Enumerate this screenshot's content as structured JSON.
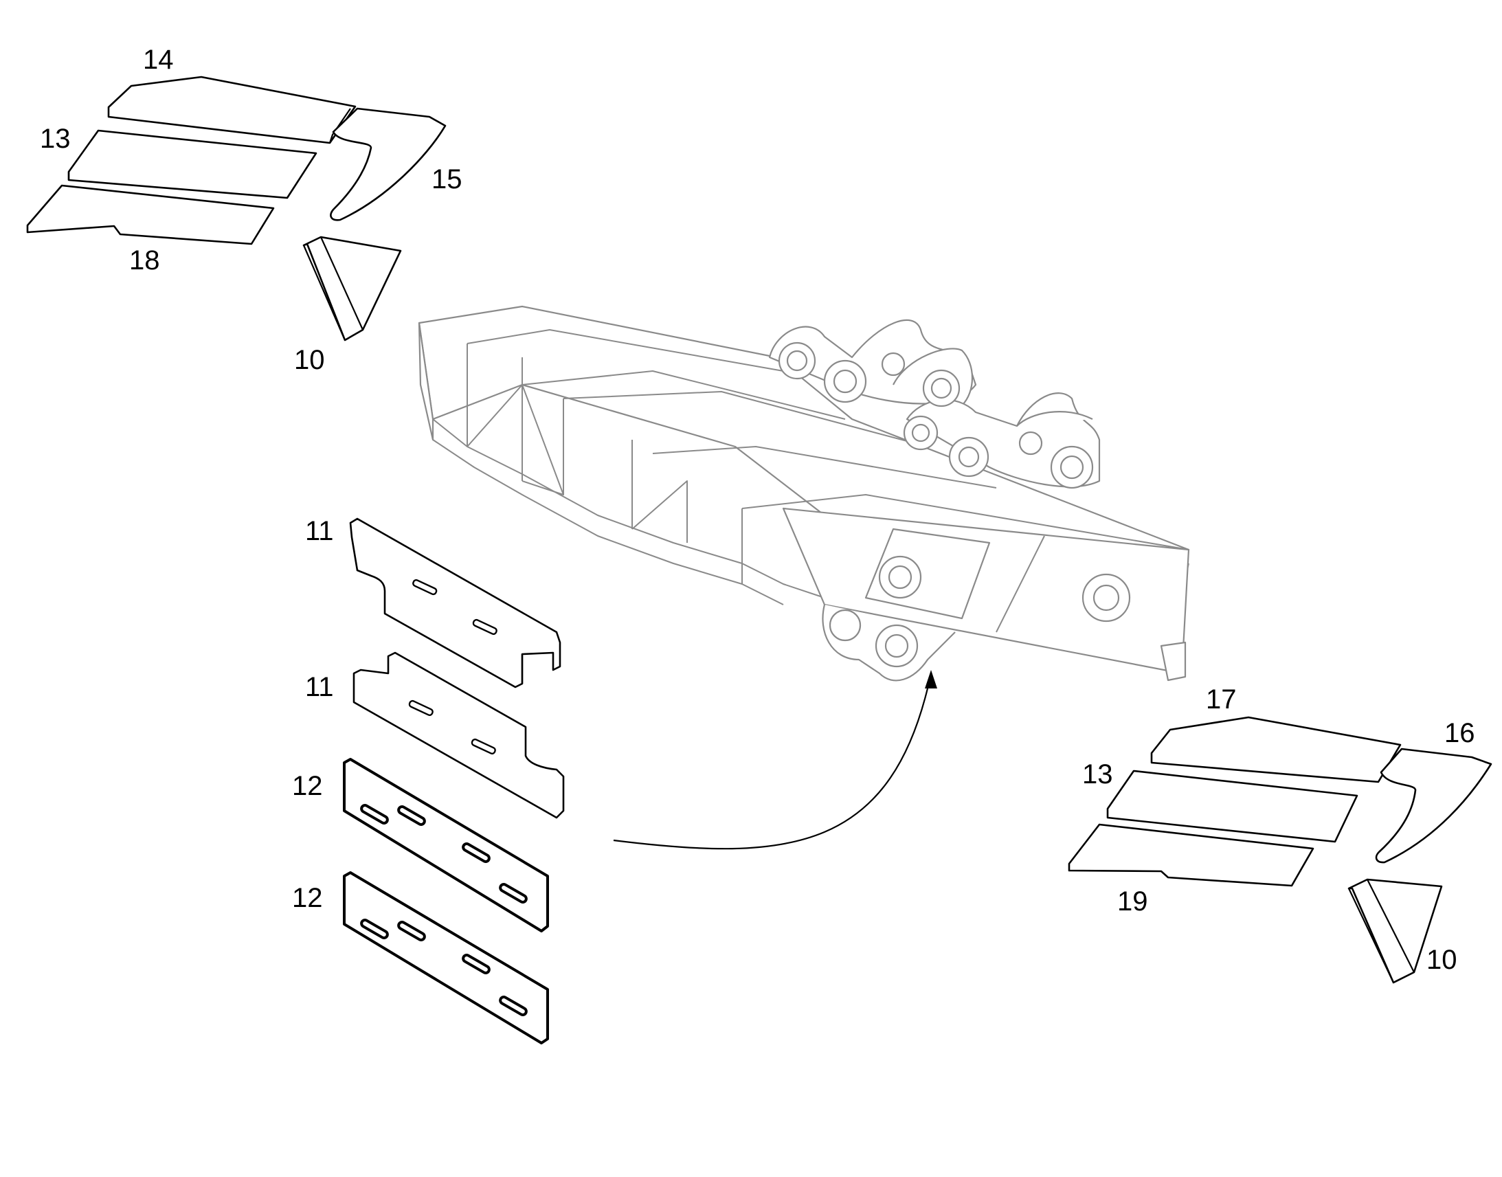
{
  "figure": {
    "background": "#ffffff",
    "line_color": "#000000",
    "frame_line_color": "#8a8a8a"
  },
  "labels": {
    "l14": "14",
    "l13a": "13",
    "l15": "15",
    "l18": "18",
    "l10a": "10",
    "l11a": "11",
    "l11b": "11",
    "l12a": "12",
    "l12b": "12",
    "l17": "17",
    "l16": "16",
    "l13b": "13",
    "l19": "19",
    "l10b": "10"
  }
}
